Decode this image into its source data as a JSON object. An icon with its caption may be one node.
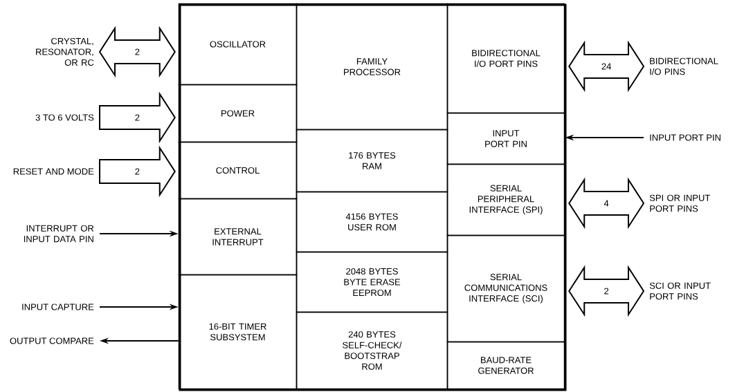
{
  "diagram": {
    "nodes": [
      {
        "text": [],
        "shape": "box"
      },
      {
        "text": [
          "OSCILLATOR"
        ],
        "in": 0
      },
      {
        "text": [
          "POWER"
        ],
        "in": 0
      },
      {
        "text": [
          "CONTROL"
        ],
        "in": 0
      },
      {
        "text": [
          "EXTERNAL INTERRUPT"
        ],
        "in": 0
      },
      {
        "text": [
          "16-BIT TIMER SUBSYSTEM"
        ],
        "in": 0
      },
      {
        "text": [
          "FAMILY PROCESSOR"
        ],
        "in": 0
      },
      {
        "text": [
          "176 BYTES RAM"
        ],
        "in": 0
      },
      {
        "text": [
          "4156 BYTES USER ROM"
        ],
        "in": 0
      },
      {
        "text": [
          "2048 BYTES BYTE ERASE EEPROM"
        ],
        "in": 0
      },
      {
        "text": [
          "240 BYTES SELF-CHECK/ BOOTSTRAP ROM"
        ],
        "in": 0
      },
      {
        "text": [
          "BIDIRECTIONAL I/O PORT PINS"
        ],
        "in": 0
      },
      {
        "text": [
          "INPUT PORT PIN"
        ],
        "in": 0
      },
      {
        "text": [
          "SERIAL PERIPHERAL INTERFACE (SPI)"
        ],
        "in": 0
      },
      {
        "text": [
          "SERIAL COMMUNICATIONS INTERFACE (SCI)"
        ],
        "in": 0
      },
      {
        "text": [
          "BAUD-RATE GENERATOR"
        ],
        "in": 0
      },
      {
        "text": [
          "CRYSTAL, RESONATOR, OR RC"
        ]
      },
      {
        "text": [
          "3 TO 6 VOLTS"
        ]
      },
      {
        "text": [
          "RESET AND MODE"
        ]
      },
      {
        "text": [
          "INTERRUPT OR INPUT DATA PIN"
        ]
      },
      {
        "text": [
          "INPUT CAPTURE"
        ]
      },
      {
        "text": [
          "OUTPUT COMPARE"
        ]
      },
      {
        "text": [
          "BIDIRECTIONAL I/O PINS"
        ]
      },
      {
        "text": [
          "INPUT PORT PIN"
        ]
      },
      {
        "text": [
          "SPI OR INPUT PORT PINS"
        ]
      },
      {
        "text": [
          "SCI OR INPUT PORT PINS"
        ]
      }
    ],
    "edges": [
      {
        "from": 16,
        "to": 1,
        "arrow": "both",
        "label": "2",
        "style": "thick"
      },
      {
        "from": 17,
        "to": 2,
        "arrow": "to",
        "label": "2",
        "style": "thick"
      },
      {
        "from": 18,
        "to": 3,
        "arrow": "to",
        "label": "2",
        "style": "thick"
      },
      {
        "from": 19,
        "to": 4,
        "arrow": "to"
      },
      {
        "from": 20,
        "to": 5,
        "arrow": "to"
      },
      {
        "from": 5,
        "to": 21,
        "arrow": "to"
      },
      {
        "from": 11,
        "to": 22,
        "arrow": "both",
        "label": "24",
        "style": "thick"
      },
      {
        "from": 23,
        "to": 12,
        "arrow": "to"
      },
      {
        "from": 13,
        "to": 24,
        "arrow": "both",
        "label": "4",
        "style": "thick"
      },
      {
        "from": 14,
        "to": 25,
        "arrow": "both",
        "label": "2",
        "style": "thick"
      }
    ]
  }
}
